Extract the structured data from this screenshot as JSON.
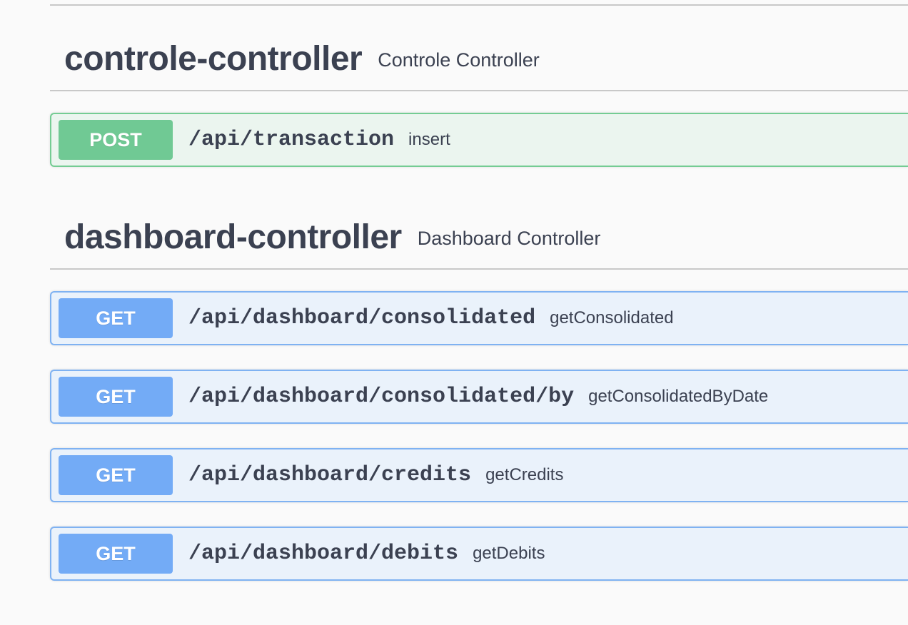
{
  "tags": [
    {
      "name": "controle-controller",
      "description": "Controle Controller",
      "operations": [
        {
          "method": "POST",
          "path": "/api/transaction",
          "summary": "insert"
        }
      ]
    },
    {
      "name": "dashboard-controller",
      "description": "Dashboard Controller",
      "operations": [
        {
          "method": "GET",
          "path": "/api/dashboard/consolidated",
          "summary": "getConsolidated"
        },
        {
          "method": "GET",
          "path": "/api/dashboard/consolidated/by",
          "summary": "getConsolidatedByDate"
        },
        {
          "method": "GET",
          "path": "/api/dashboard/credits",
          "summary": "getCredits"
        },
        {
          "method": "GET",
          "path": "/api/dashboard/debits",
          "summary": "getDebits"
        }
      ]
    }
  ],
  "colors": {
    "post_bg": "#ebf5ef",
    "post_border": "#74cc93",
    "post_badge": "#70c994",
    "get_bg": "#eaf2fb",
    "get_border": "#7fb2f2",
    "get_badge": "#73abf6",
    "text": "#3b4151"
  }
}
